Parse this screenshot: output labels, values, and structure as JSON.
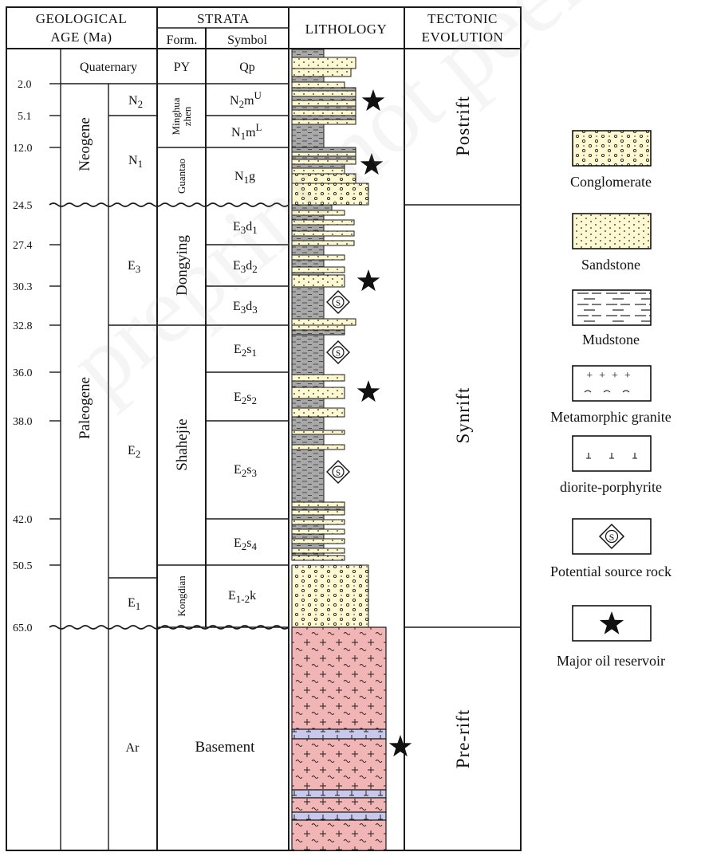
{
  "headers": {
    "geo_age_line1": "GEOLOGICAL",
    "geo_age_line2": "AGE (Ma)",
    "strata": "STRATA",
    "form": "Form.",
    "symbol": "Symbol",
    "lithology": "LITHOLOGY",
    "tectonic_line1": "TECTONIC",
    "tectonic_line2": "EVOLUTION"
  },
  "ages": [
    "2.0",
    "5.1",
    "12.0",
    "24.5",
    "27.4",
    "30.3",
    "32.8",
    "36.0",
    "38.0",
    "42.0",
    "50.5",
    "65.0"
  ],
  "periods": {
    "quaternary": "Quaternary",
    "neogene": "Neogene",
    "paleogene": "Paleogene"
  },
  "epochs": {
    "n2": "N",
    "n2_sub": "2",
    "n1": "N",
    "n1_sub": "1",
    "e3": "E",
    "e3_sub": "3",
    "e2": "E",
    "e2_sub": "2",
    "e1": "E",
    "e1_sub": "1",
    "ar": "Ar"
  },
  "formations": {
    "py": "PY",
    "minghuazhen_1": "Minghua",
    "minghuazhen_2": "zhen",
    "guantao": "Guantao",
    "dongying": "Dongying",
    "shahejie": "Shahejie",
    "kongdian": "Kongdian",
    "basement": "Basement"
  },
  "symbols": {
    "qp": "Qp",
    "n2m_base": "N",
    "n2m_sub": "2",
    "n2m_tail": "m",
    "n2m_sup": "U",
    "n1m_base": "N",
    "n1m_sub": "1",
    "n1m_tail": "m",
    "n1m_sup": "L",
    "n1g_base": "N",
    "n1g_sub": "1",
    "n1g_tail": "g",
    "e3d1_base": "E",
    "e3d1_sub": "3",
    "e3d1_tail": "d",
    "e3d1_sub2": "1",
    "e3d2_base": "E",
    "e3d2_sub": "3",
    "e3d2_tail": "d",
    "e3d2_sub2": "2",
    "e3d3_base": "E",
    "e3d3_sub": "3",
    "e3d3_tail": "d",
    "e3d3_sub2": "3",
    "e2s1_base": "E",
    "e2s1_sub": "2",
    "e2s1_tail": "s",
    "e2s1_sub2": "1",
    "e2s2_base": "E",
    "e2s2_sub": "2",
    "e2s2_tail": "s",
    "e2s2_sub2": "2",
    "e2s3_base": "E",
    "e2s3_sub": "2",
    "e2s3_tail": "s",
    "e2s3_sub2": "3",
    "e2s4_base": "E",
    "e2s4_sub": "2",
    "e2s4_tail": "s",
    "e2s4_sub2": "4",
    "e12k_base": "E",
    "e12k_sub": "1-2",
    "e12k_tail": "k"
  },
  "tectonic": {
    "postrift": "Postrift",
    "synrift": "Synrift",
    "prerift": "Pre-rift"
  },
  "legend": [
    {
      "id": "conglomerate",
      "label": "Conglomerate"
    },
    {
      "id": "sandstone",
      "label": "Sandstone"
    },
    {
      "id": "mudstone",
      "label": "Mudstone"
    },
    {
      "id": "granite",
      "label": "Metamorphic granite"
    },
    {
      "id": "diorite",
      "label": "diorite-porphyrite"
    },
    {
      "id": "source",
      "label": "Potential source rock"
    },
    {
      "id": "reservoir",
      "label": "Major oil reservoir"
    }
  ],
  "colors": {
    "sand": "#fdf8d0",
    "mud": "#a8a8a8",
    "granite": "#f2b5b5",
    "diorite": "#c8c8ec",
    "line": "#1a1a1a"
  },
  "watermark": "preprint not peer reviewed"
}
